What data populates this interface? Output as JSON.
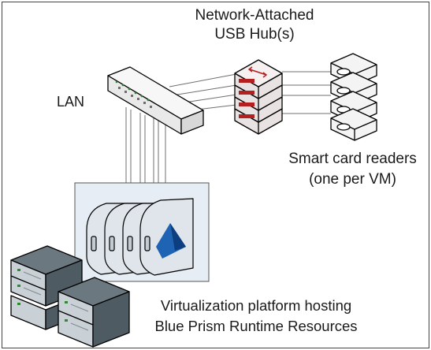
{
  "labels": {
    "hub_line1": "Network-Attached",
    "hub_line2": "USB Hub(s)",
    "lan": "LAN",
    "readers_line1": "Smart card readers",
    "readers_line2": "(one per VM)",
    "platform_line1": "Virtualization platform hosting",
    "platform_line2": "Blue Prism Runtime Resources"
  },
  "colors": {
    "outline": "#000000",
    "switch_fill": "#f2f2f2",
    "hub_fill": "#f3eaea",
    "port_red": "#b42020",
    "server_dark": "#4f5b63",
    "server_light": "#c9d1d6",
    "vm_panel": "#e6edf4",
    "vm_blade": "#dfe5ea",
    "blue_prism": "#1f64b4",
    "cable": "#6f6f6f"
  },
  "icons": {
    "switch": "network-switch-icon",
    "hub": "usb-hub-icon",
    "reader": "smart-card-reader-icon",
    "blade": "vm-blade-icon",
    "logo": "blue-prism-logo-icon",
    "server": "server-chassis-icon"
  }
}
